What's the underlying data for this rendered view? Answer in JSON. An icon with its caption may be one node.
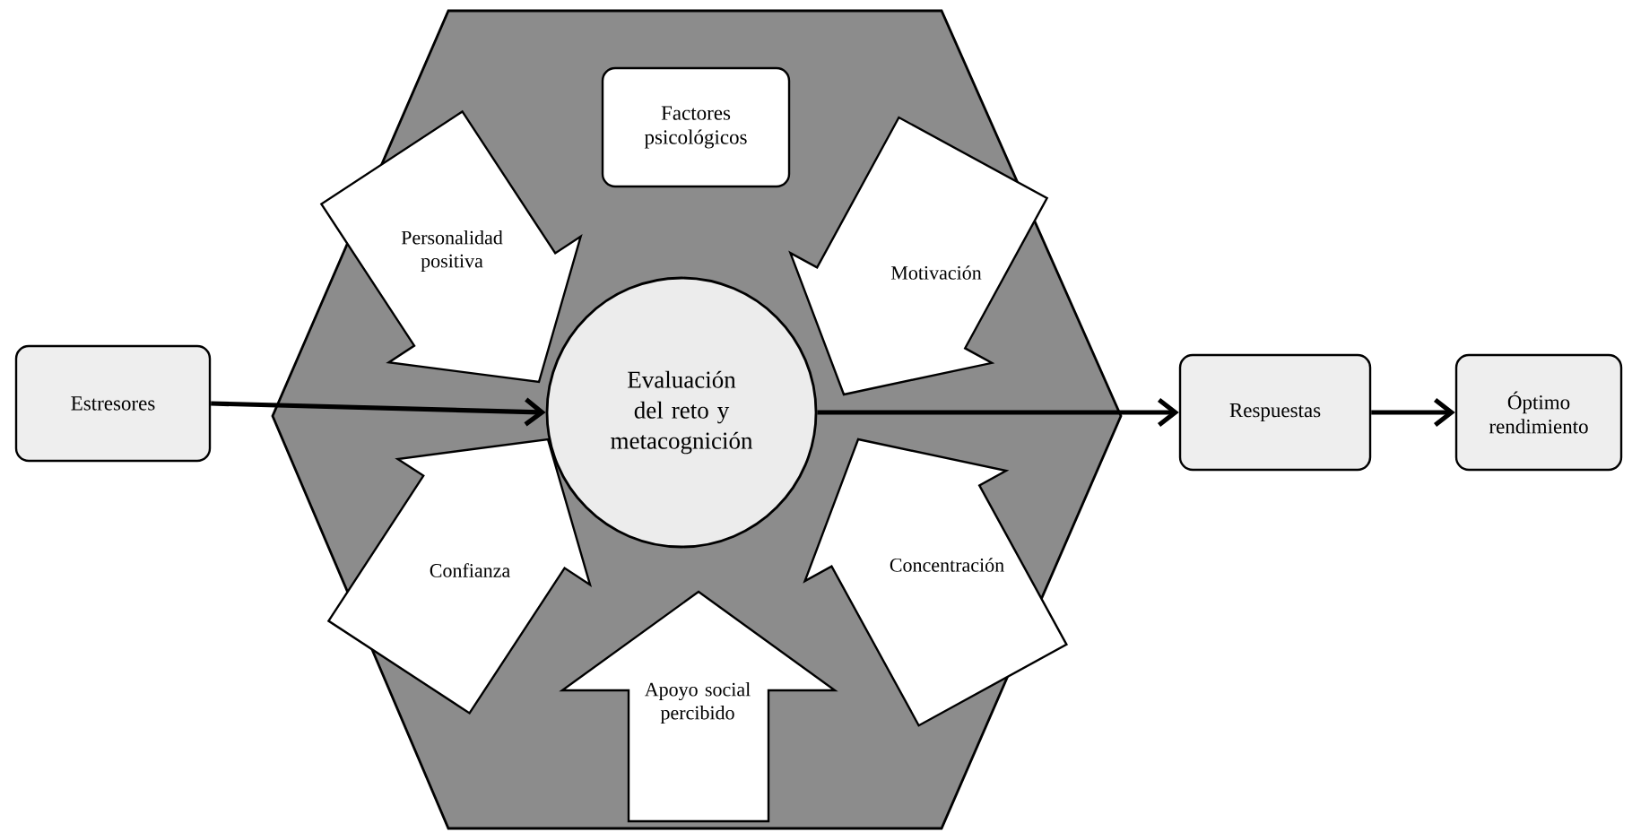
{
  "diagram": {
    "nodes": [
      {
        "text": [
          "Estresores"
        ]
      },
      {
        "text": [],
        "shape": "hexagon"
      },
      {
        "text": [
          "Factores psicológicos"
        ],
        "in": 1
      },
      {
        "text": [
          "Personalidad positiva"
        ],
        "in": 1
      },
      {
        "text": [
          "Motivación"
        ],
        "in": 1
      },
      {
        "text": [
          "Evaluación del reto y metacognición"
        ],
        "in": 1
      },
      {
        "text": [
          "Confianza"
        ],
        "in": 1
      },
      {
        "text": [
          "Concentración"
        ],
        "in": 1
      },
      {
        "text": [
          "Apoyo social percibido"
        ],
        "in": 1
      },
      {
        "text": [
          "Respuestas"
        ]
      },
      {
        "text": [
          "Óptimo rendimiento"
        ]
      }
    ],
    "edges": [
      {
        "from": 0,
        "to": 5,
        "arrow": "to"
      },
      {
        "from": 5,
        "to": 9,
        "arrow": "to"
      },
      {
        "from": 9,
        "to": 10,
        "arrow": "to"
      }
    ]
  }
}
